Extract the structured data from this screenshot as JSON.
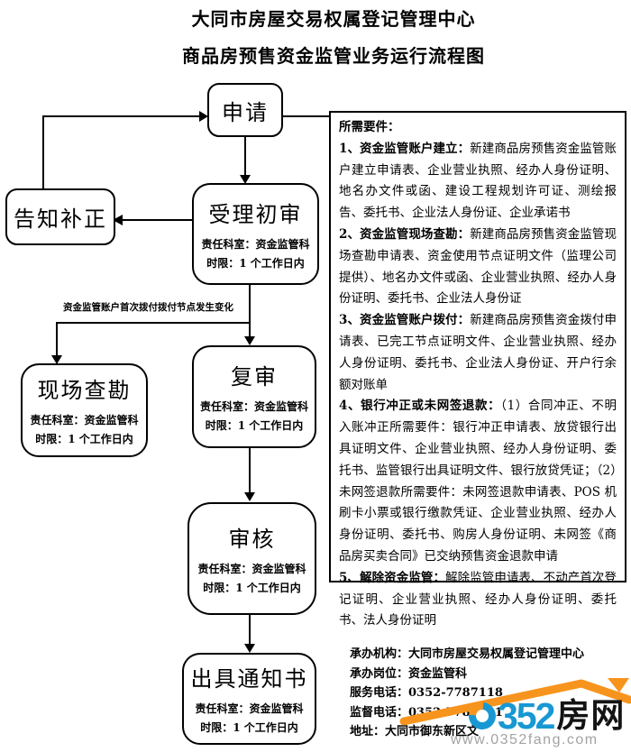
{
  "title": {
    "line1": "大同市房屋交易权属登记管理中心",
    "line2": "商品房预售资金监管业务运行流程图"
  },
  "flowchart": {
    "apply": {
      "label": "申请"
    },
    "notify_correction": {
      "label": "告知补正"
    },
    "initial_review": {
      "title": "受理初审",
      "dept": "责任科室：资金监管科",
      "time": "时限：1 个工作日内"
    },
    "branch_label": "资金监管账户首次拨付拨付节点发生变化",
    "site_survey": {
      "title": "现场查勘",
      "dept": "责任科室：资金监管科",
      "time": "时限：1 个工作日内"
    },
    "re_review": {
      "title": "复审",
      "dept": "责任科室：资金监管科",
      "time": "时限：1 个工作日内"
    },
    "final_review": {
      "title": "审核",
      "dept": "责任科室：资金监管科",
      "time": "时限：1 个工作日内"
    },
    "issue_notice": {
      "title": "出具通知书",
      "dept": "责任科室：资金监管科",
      "time": "时限：1 个工作日内"
    }
  },
  "requirements": {
    "header": "所需要件：",
    "items": [
      {
        "label": "1、资金监管账户建立：",
        "text": "新建商品房预售资金监管账户建立申请表、企业营业执照、经办人身份证明、地名办文件或函、建设工程规划许可证、测绘报告、委托书、企业法人身份证、企业承诺书"
      },
      {
        "label": "2、资金监管现场查勘：",
        "text": "新建商品房预售资金监管现场查勘申请表、资金使用节点证明文件（监理公司提供）、地名办文件或函、企业营业执照、经办人身份证明、委托书、企业法人身份证"
      },
      {
        "label": "3、资金监管账户拨付：",
        "text": "新建商品房预售资金拨付申请表、已完工节点证明文件、企业营业执照、经办人身份证明、委托书、企业法人身份证、开户行余额对账单"
      },
      {
        "label": "4、银行冲正或未网签退款：",
        "text": "（1）合同冲正、不明入账冲正所需要件：银行冲正申请表、放贷银行出具证明文件、企业营业执照、经办人身份证明、委托书、监管银行出具证明文件、银行放贷凭证；（2）未网签退款所需要件：未网签退款申请表、POS 机刷卡小票或银行缴款凭证、企业营业执照、经办人身份证明、委托书、购房人身份证明、未网签《商品房买卖合同》已交纳预售资金退款申请"
      },
      {
        "label": "5、解除资金监管：",
        "text": "解除监管申请表、不动产首次登记证明、企业营业执照、经办人身份证明、委托书、法人身份证明"
      }
    ]
  },
  "footer": {
    "rows": [
      {
        "label": "承办机构：",
        "value": "大同市房屋交易权属登记管理中心"
      },
      {
        "label": "承办岗位：",
        "value": "资金监管科"
      },
      {
        "label": "服务电话：",
        "value": "0352-7787118"
      },
      {
        "label": "监督电话：",
        "value": "0352-7787111"
      },
      {
        "label": "地址：",
        "value": "大同市御东新区文"
      }
    ]
  },
  "watermark": {
    "brand_number": "0352",
    "brand_digits": "352",
    "brand_name": "房网",
    "url": "www.0352fang.com",
    "colors": {
      "blue": "#1898d3",
      "orange": "#f7941d",
      "dark": "#141414",
      "gray": "#a3a3a3"
    }
  }
}
